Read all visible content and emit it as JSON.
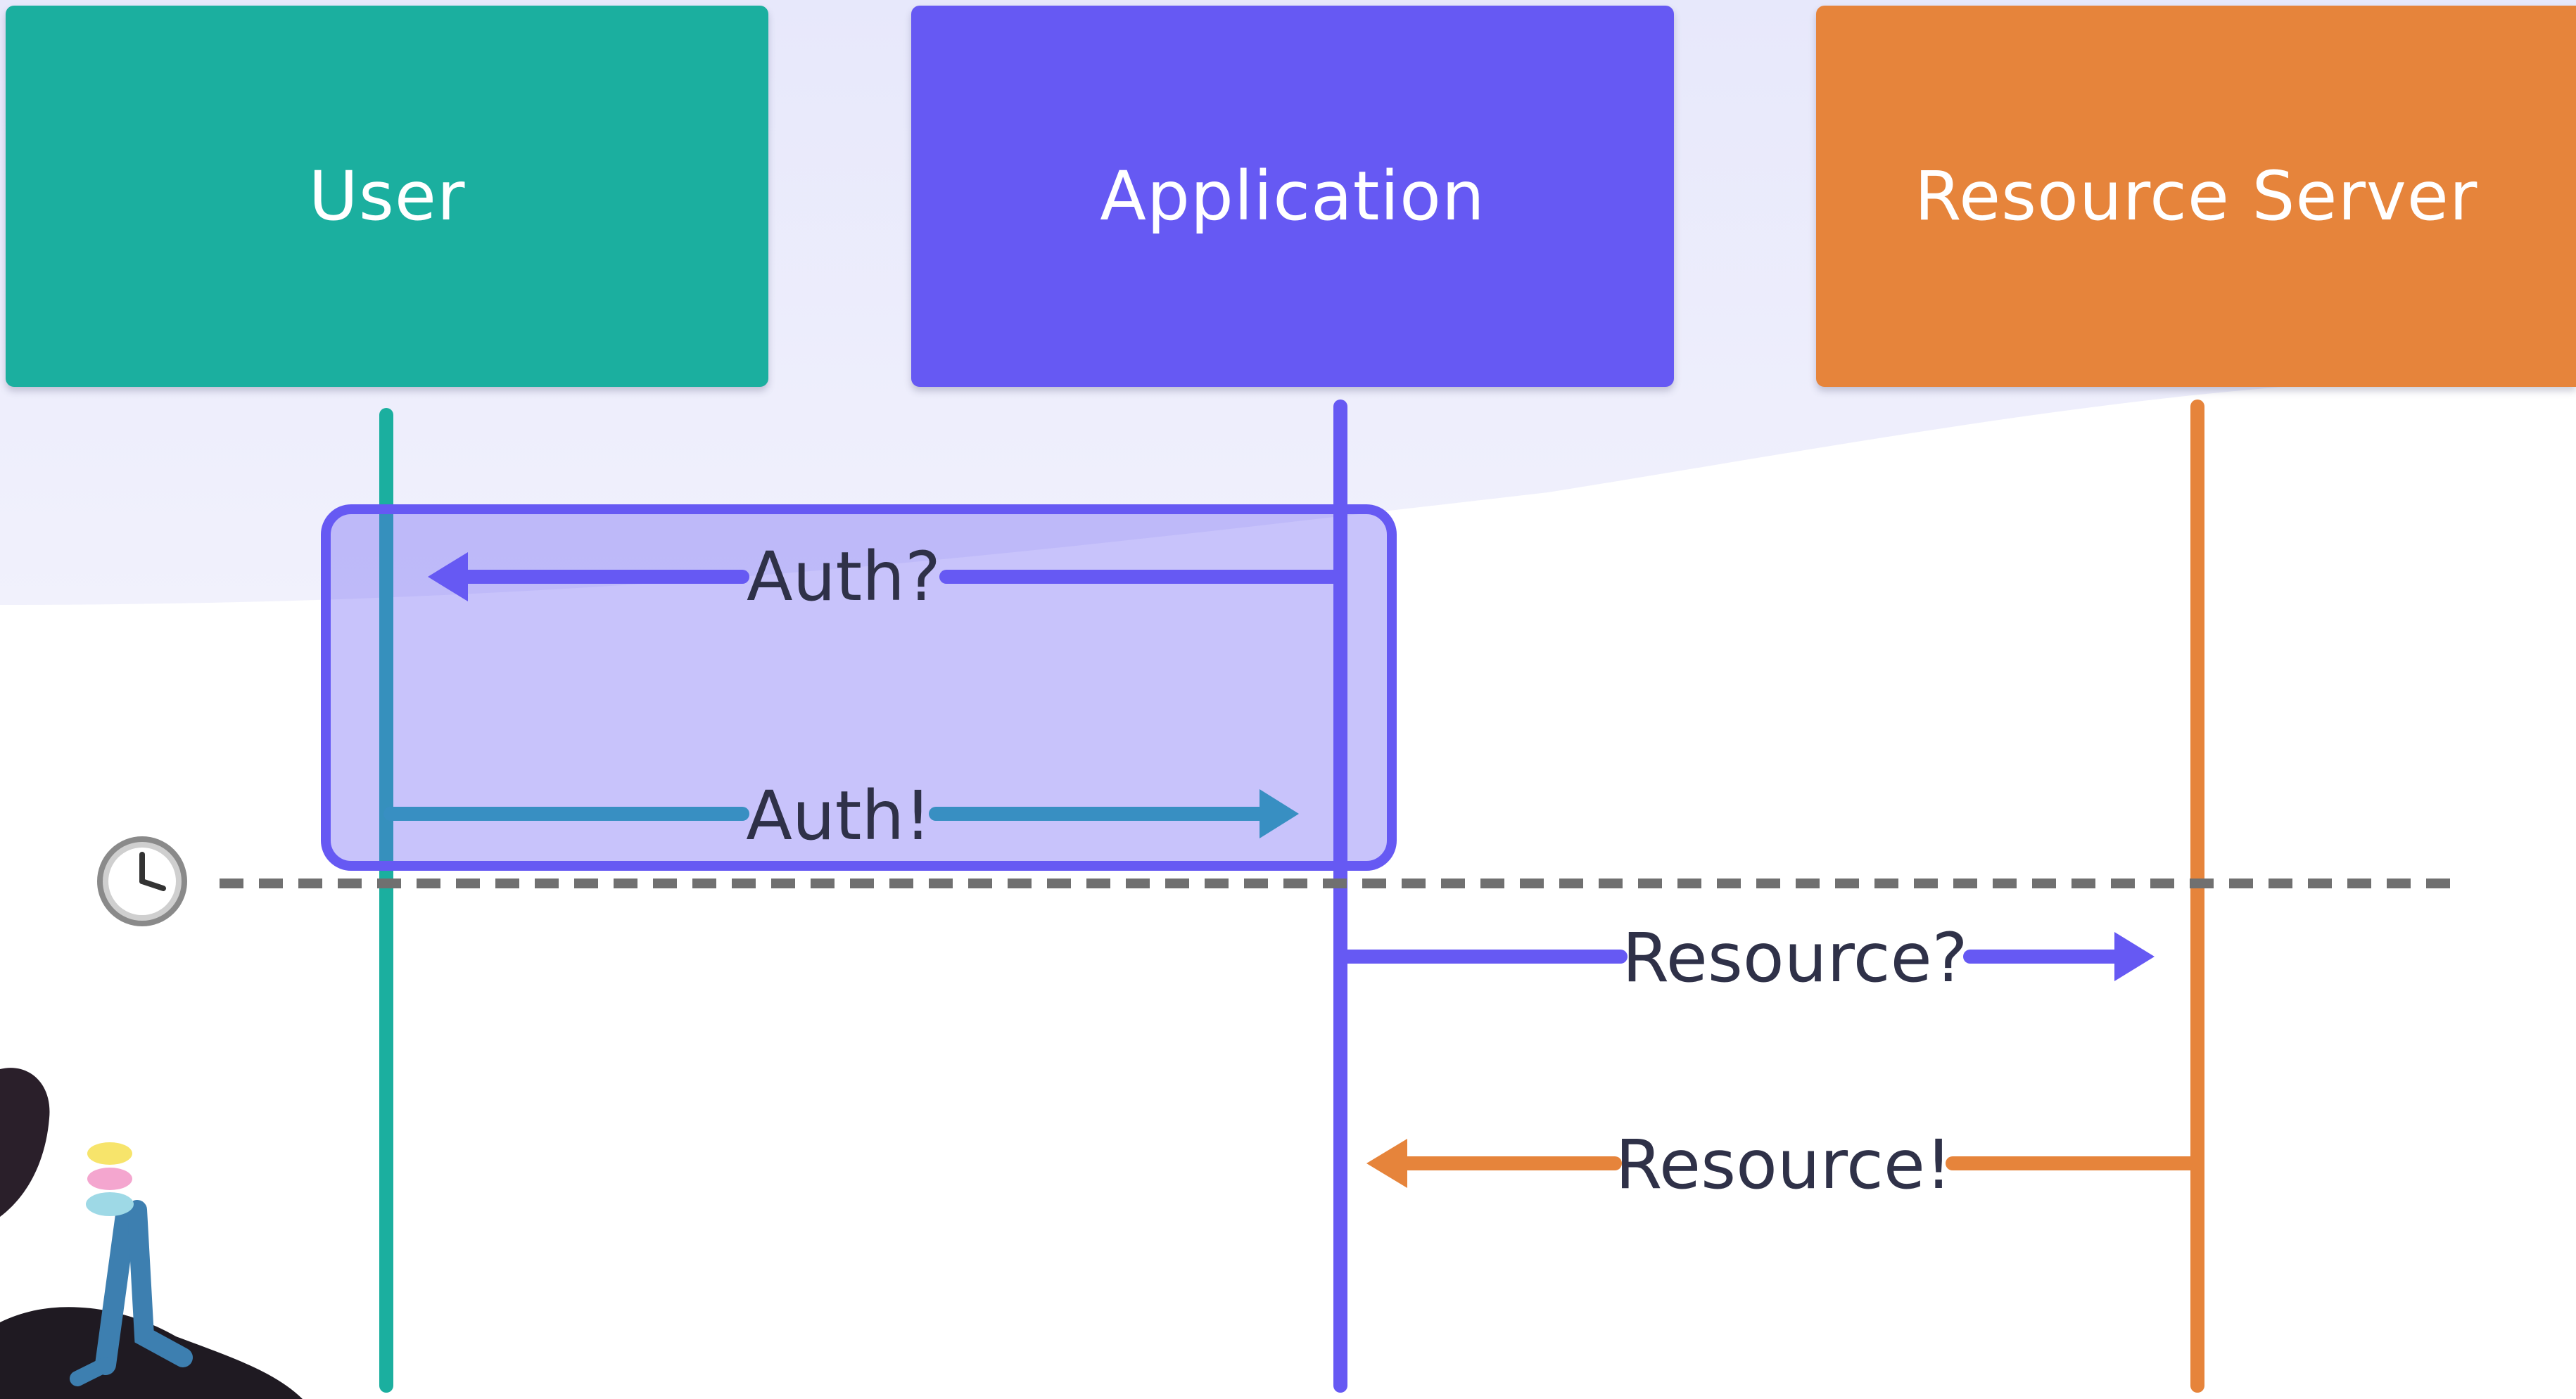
{
  "participants": [
    {
      "label": "User",
      "color": "#1baf9f"
    },
    {
      "label": "Application",
      "color": "#6659f3"
    },
    {
      "label": "Resource Server",
      "color": "#e6843b"
    }
  ],
  "messages": [
    {
      "label": "Auth?",
      "from": "Application",
      "to": "User",
      "color": "#6659f3"
    },
    {
      "label": "Auth!",
      "from": "User",
      "to": "Application",
      "color": "#388fc2"
    },
    {
      "label": "Resource?",
      "from": "Application",
      "to": "Resource Server",
      "color": "#6659f3"
    },
    {
      "label": "Resource!",
      "from": "Resource Server",
      "to": "Application",
      "color": "#e6843b"
    }
  ],
  "highlight_color": "#6659f3",
  "icons": [
    "clock-icon",
    "macaron-stack-icon"
  ]
}
